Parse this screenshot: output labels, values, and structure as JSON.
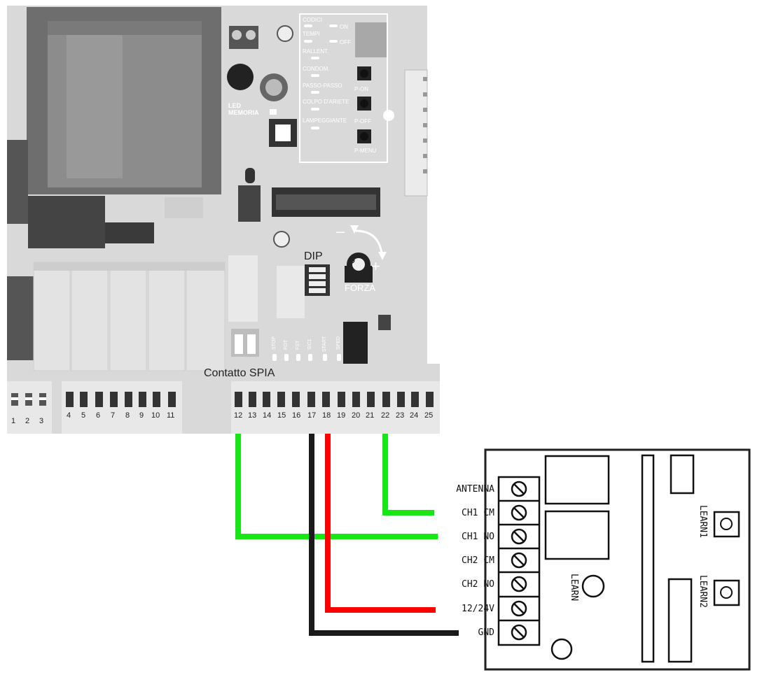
{
  "board": {
    "led_panel": {
      "leds": [
        "CODICI",
        "TEMPI",
        "RALLENT.",
        "CONDOM.",
        "PASSO-PASSO",
        "COLPO D'ARIETE",
        "LAMPEGGIANTE"
      ],
      "on_label": "ON",
      "off_label": "OFF",
      "buttons": [
        "P-ON",
        "P-OFF",
        "P-MENU"
      ]
    },
    "led_memoria": [
      "LED",
      "MEMORIA"
    ],
    "dip_label": "DIP",
    "forza_label": "FORZA",
    "minus": "–",
    "plus": "+",
    "inputs": [
      "STOP",
      "FOT",
      "FST",
      "SIC1",
      "START",
      "SPED"
    ],
    "contatto_spia": "Contatto SPIA",
    "terminals": {
      "group1": [
        "1",
        "2",
        "3"
      ],
      "group2": [
        "4",
        "5",
        "6",
        "7",
        "8",
        "9",
        "10",
        "11"
      ],
      "group3": [
        "12",
        "13",
        "14",
        "15",
        "16",
        "17",
        "18",
        "19",
        "20",
        "21",
        "22",
        "23",
        "24",
        "25"
      ]
    }
  },
  "receiver": {
    "pins": [
      "ANTENNA",
      "CH1 CM",
      "CH1 NO",
      "CH2 CM",
      "CH2 NO",
      "12/24V",
      "GND"
    ],
    "learn": "LEARN",
    "learn1": "LEARN1",
    "learn2": "LEARN2"
  },
  "wires": {
    "green": "#19e619",
    "red": "#ff0000",
    "black": "#1a1a1a"
  }
}
